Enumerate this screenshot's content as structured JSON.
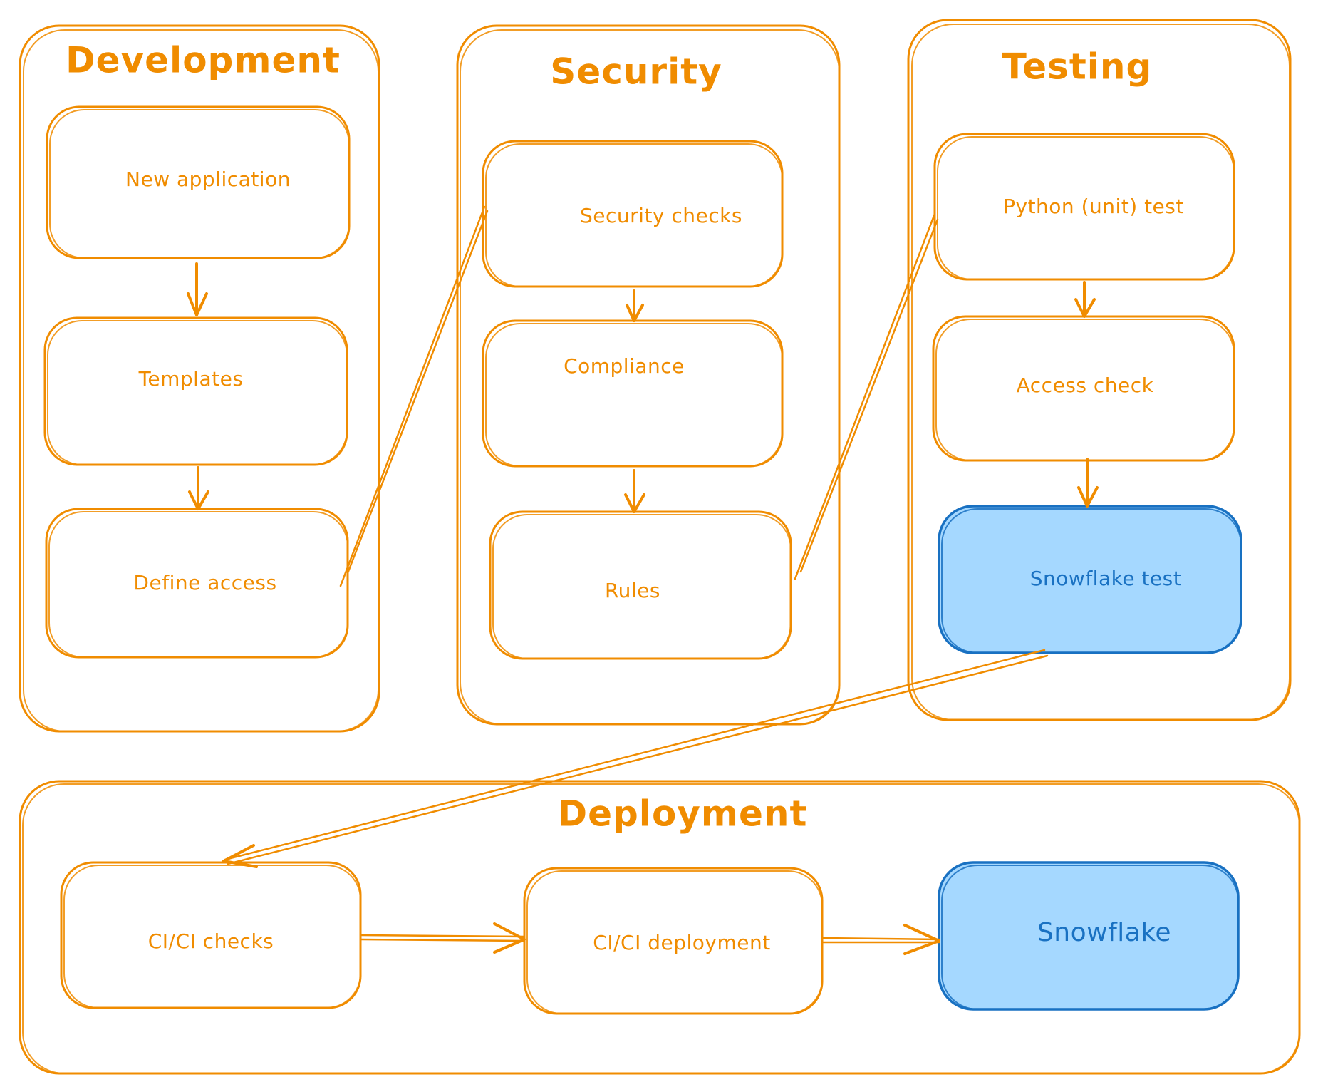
{
  "groups": {
    "development": {
      "title": "Development"
    },
    "security": {
      "title": "Security"
    },
    "testing": {
      "title": "Testing"
    },
    "deployment": {
      "title": "Deployment"
    }
  },
  "nodes": {
    "new_application": "New application",
    "templates": "Templates",
    "define_access": "Define access",
    "security_checks": "Security checks",
    "compliance": "Compliance",
    "rules": "Rules",
    "python_unit_test": "Python (unit) test",
    "access_check": "Access check",
    "snowflake_test": "Snowflake test",
    "ci_checks": "CI/CI checks",
    "ci_deployment": "CI/CI deployment",
    "snowflake": "Snowflake"
  },
  "colors": {
    "stroke": "#f08c00",
    "highlight_fill": "#a5d8ff",
    "highlight_stroke": "#1971c2"
  }
}
